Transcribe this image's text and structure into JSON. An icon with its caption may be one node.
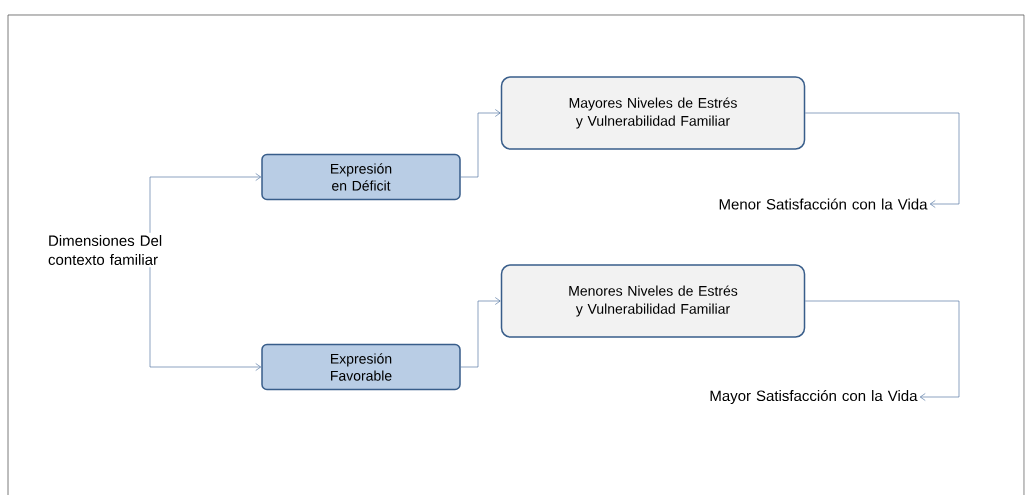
{
  "diagram": {
    "nodes": [
      {
        "text": [
          "Dimensiones Del contexto familiar"
        ]
      },
      {
        "text": [
          "Expresión en Déficit"
        ]
      },
      {
        "text": [
          "Mayores Niveles de Estrés y Vulnerabilidad Familiar"
        ]
      },
      {
        "text": [
          "Menor Satisfacción con la Vida"
        ]
      },
      {
        "text": [
          "Expresión Favorable"
        ]
      },
      {
        "text": [
          "Menores Niveles de Estrés y Vulnerabilidad Familiar"
        ]
      },
      {
        "text": [
          "Mayor Satisfacción con la Vida"
        ]
      }
    ],
    "edges": [
      {
        "from": 0,
        "to": 1,
        "arrow": "to"
      },
      {
        "from": 0,
        "to": 4,
        "arrow": "to"
      },
      {
        "from": 1,
        "to": 2,
        "arrow": "to"
      },
      {
        "from": 2,
        "to": 3,
        "arrow": "to"
      },
      {
        "from": 4,
        "to": 5,
        "arrow": "to"
      },
      {
        "from": 5,
        "to": 6,
        "arrow": "to"
      }
    ]
  }
}
